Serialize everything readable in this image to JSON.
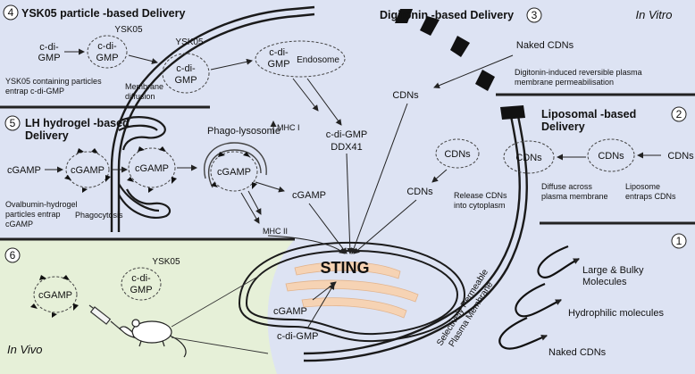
{
  "corner_labels": {
    "in_vitro": "In Vitro",
    "in_vivo": "In Vivo"
  },
  "sections": {
    "s1": {
      "number": "1"
    },
    "s2": {
      "number": "2",
      "title_line1": "Liposomal -based",
      "title_line2": "Delivery"
    },
    "s3": {
      "number": "3",
      "title": "Digitonin -based Delivery"
    },
    "s4": {
      "number": "4",
      "title": "YSK05 particle -based Delivery"
    },
    "s5": {
      "number": "5",
      "title_line1": "LH hydrogel -based",
      "title_line2": "Delivery"
    },
    "s6": {
      "number": "6"
    }
  },
  "labels": {
    "s4_cdigmp_free_1": "c-di-",
    "s4_cdigmp_free_2": "GMP",
    "s4_ysk05_small": "YSK05",
    "s4_particle_1": "c-di-",
    "s4_particle_2": "GMP",
    "s4_ysk05_membrane": "YSK05",
    "s4_inside_1": "c-di-",
    "s4_inside_2": "GMP",
    "s4_endo_1": "c-di-",
    "s4_endo_2": "GMP",
    "endosome": "Endosome",
    "s4_caption_1": "YSK05 containing particles",
    "s4_caption_2": "entrap c-di-GMP",
    "membrane_diffusion_1": "Membrane",
    "membrane_diffusion_2": "diffusion",
    "mhc1": "MHC I",
    "s4_cytosol_cdigmp": "c-di-GMP",
    "ddx41": "DDX41",
    "naked_cdns_s3": "Naked CDNs",
    "cdns_s3_inside": "CDNs",
    "digitonin_caption_1": "Digitonin-induced reversible plasma",
    "digitonin_caption_2": "membrane permeabilisation",
    "s5_cgamp_free": "cGAMP",
    "s5_cgamp_particle": "cGAMP",
    "s5_cgamp_phago": "cGAMP",
    "phago_lysosome": "Phago-lysosome",
    "s5_cgamp_lysosome": "cGAMP",
    "s5_cgamp_cytosol": "cGAMP",
    "mhc2": "MHC II",
    "s5_caption_1": "Ovalbumin-hydrogel",
    "s5_caption_2": "particles entrap",
    "s5_caption_3": "cGAMP",
    "phagocytosis": "Phagocytosis",
    "s2_cdns_release_vesicle": "CDNs",
    "s2_cdns_cytosol": "CDNs",
    "release_caption_1": "Release CDNs",
    "release_caption_2": "into cytoplasm",
    "s2_cdns_membrane_vesicle": "CDNs",
    "s2_cdns_liposome": "CDNs",
    "s2_cdns_free": "CDNs",
    "diffuse_caption_1": "Diffuse across",
    "diffuse_caption_2": "plasma membrane",
    "liposome_caption_1": "Liposome",
    "liposome_caption_2": "entraps CDNs",
    "sting": "STING",
    "sting_cgamp": "cGAMP",
    "sting_cdigmp": "c-di-GMP",
    "selective_1": "Selectively Permeable",
    "selective_2": "Plasma Membrane",
    "large_bulky_1": "Large & Bulky",
    "large_bulky_2": "Molecules",
    "hydrophilic": "Hydrophilic molecules",
    "naked_cdns_s1": "Naked CDNs",
    "s6_cgamp": "cGAMP",
    "s6_ysk05": "YSK05",
    "s6_cdigmp_1": "c-di-",
    "s6_cdigmp_2": "GMP"
  },
  "colors": {
    "in_vitro_bg": "#dde3f3",
    "in_vivo_bg": "#e6f0d8",
    "membrane": "#1a1a1a",
    "er": "#f6d3b4",
    "mouse": "#ffffff"
  }
}
